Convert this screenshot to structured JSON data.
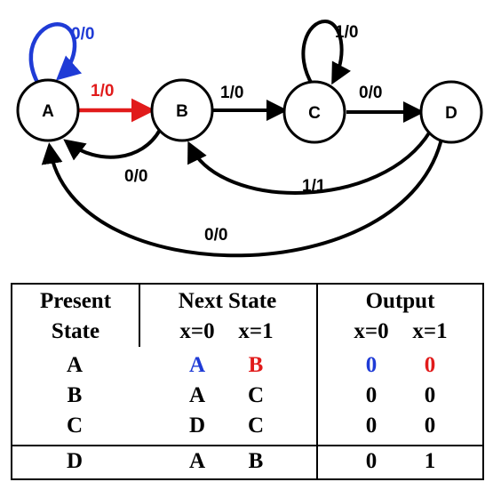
{
  "diagram": {
    "states": [
      "A",
      "B",
      "C",
      "D"
    ],
    "transitions": [
      {
        "from": "A",
        "to": "A",
        "label": "0/0",
        "color": "#1f3bd6"
      },
      {
        "from": "A",
        "to": "B",
        "label": "1/0",
        "color": "#e11b1b"
      },
      {
        "from": "B",
        "to": "C",
        "label": "1/0",
        "color": "#000000"
      },
      {
        "from": "C",
        "to": "C",
        "label": "1/0",
        "color": "#000000"
      },
      {
        "from": "C",
        "to": "D",
        "label": "0/0",
        "color": "#000000"
      },
      {
        "from": "B",
        "to": "A",
        "label": "0/0",
        "color": "#000000"
      },
      {
        "from": "D",
        "to": "B",
        "label": "1/1",
        "color": "#000000"
      },
      {
        "from": "D",
        "to": "A",
        "label": "0/0",
        "color": "#000000"
      }
    ]
  },
  "table": {
    "present_state_header": [
      "Present",
      "State"
    ],
    "next_state_header": "Next State",
    "output_header": "Output",
    "x0": "x=0",
    "x1": "x=1",
    "rows": [
      {
        "state": "A",
        "next0": "A",
        "next1": "B",
        "out0": "0",
        "out1": "0"
      },
      {
        "state": "B",
        "next0": "A",
        "next1": "C",
        "out0": "0",
        "out1": "0"
      },
      {
        "state": "C",
        "next0": "D",
        "next1": "C",
        "out0": "0",
        "out1": "0"
      },
      {
        "state": "D",
        "next0": "A",
        "next1": "B",
        "out0": "0",
        "out1": "1"
      }
    ]
  },
  "colors": {
    "blue": "#1f3bd6",
    "red": "#e11b1b",
    "black": "#000000"
  }
}
